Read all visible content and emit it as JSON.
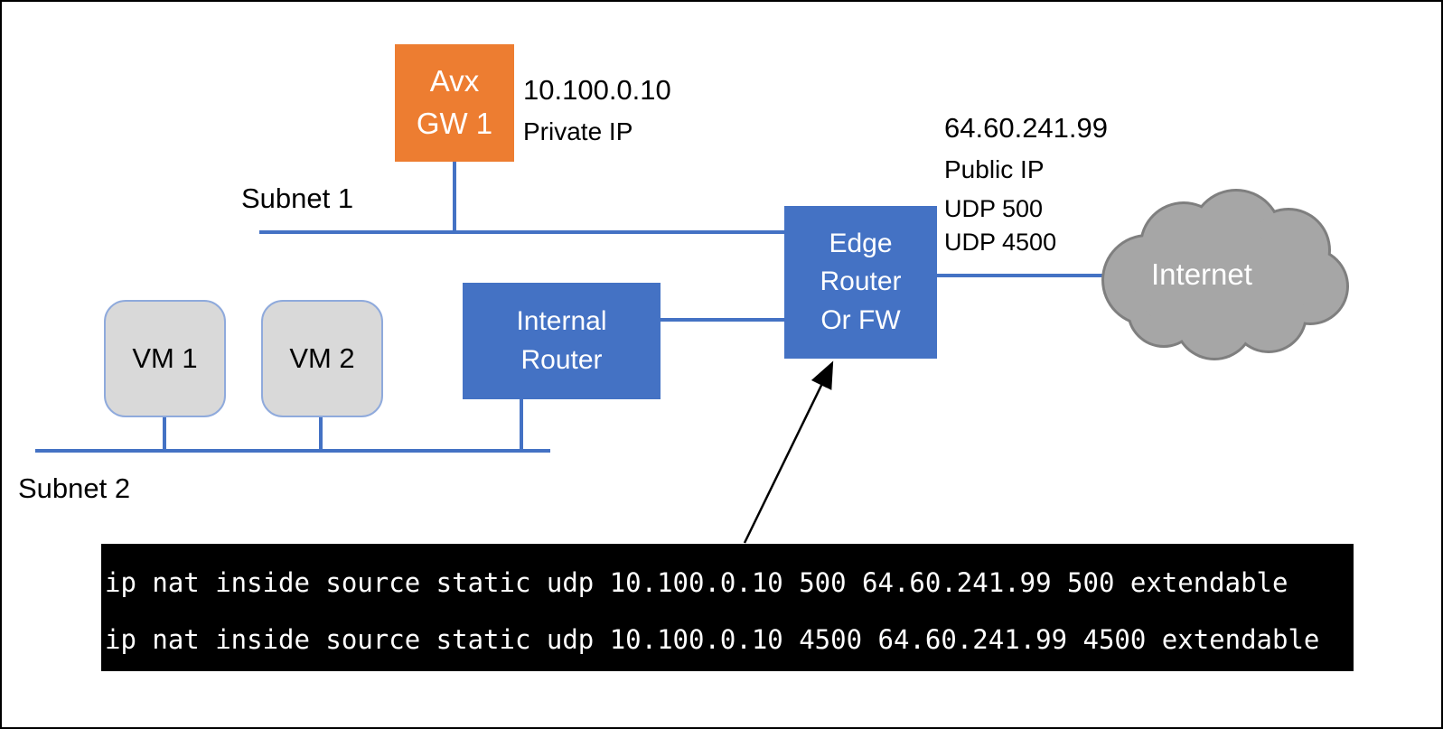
{
  "nodes": {
    "avx_gw": {
      "lines": [
        "Avx",
        "GW 1"
      ],
      "annotation": {
        "ip": "10.100.0.10",
        "ip_type": "Private IP"
      }
    },
    "edge_router": {
      "lines": [
        "Edge",
        "Router",
        "Or FW"
      ],
      "annotation": {
        "ip": "64.60.241.99",
        "ip_type": "Public IP",
        "ports": [
          "UDP 500",
          "UDP 4500"
        ]
      }
    },
    "internal_router": {
      "lines": [
        "Internal",
        "Router"
      ]
    },
    "vm1": {
      "label": "VM 1"
    },
    "vm2": {
      "label": "VM 2"
    },
    "internet": {
      "label": "Internet"
    }
  },
  "labels": {
    "subnet1": "Subnet 1",
    "subnet2": "Subnet 2"
  },
  "console": {
    "lines": [
      "ip nat inside source static udp 10.100.0.10 500 64.60.241.99 500 extendable",
      "ip nat inside source static udp 10.100.0.10 4500 64.60.241.99 4500 extendable"
    ]
  },
  "colors": {
    "node_blue": "#4472C4",
    "node_orange": "#ED7D31",
    "vm_gray": "#D9D9D9",
    "vm_border": "#8FAADC",
    "cloud_gray": "#A6A6A6",
    "cloud_outline": "#7F7F7F",
    "connector_blue": "#4472C4",
    "console_bg": "#000000",
    "console_text": "#FFFFFF",
    "arrow_black": "#000000"
  }
}
